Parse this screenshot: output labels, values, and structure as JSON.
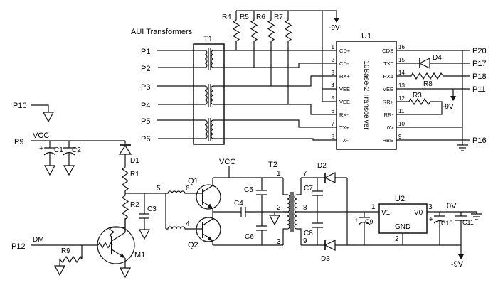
{
  "caption": "AUI Transformers",
  "ports": {
    "p1": "P1",
    "p2": "P2",
    "p3": "P3",
    "p4": "P4",
    "p5": "P5",
    "p6": "P6",
    "p9": "P9",
    "p10": "P10",
    "p12": "P12",
    "p11": "P11",
    "p16": "P16",
    "p17": "P17",
    "p18": "P18",
    "p20": "P20"
  },
  "power": {
    "vcc_input": "VCC",
    "vcc_driver": "VCC",
    "neg9_top": "-9V",
    "neg9_vee": "-9V",
    "neg9_out": "-9V",
    "out_0v": "0V",
    "dm": "DM",
    "plus": "+"
  },
  "transformers": {
    "t1": "T1",
    "t2": "T2",
    "t2_pin1": "1",
    "t2_pin2": "2",
    "t2_pin3": "3",
    "t2_pin7": "7",
    "t2_pin8": "8",
    "t2_pin9": "9"
  },
  "nodes": {
    "n5": "5",
    "n6": "6",
    "n4": "4"
  },
  "resistors": {
    "r1": "R1",
    "r2": "R2",
    "r3": "R3",
    "r4": "R4",
    "r5": "R5",
    "r6": "R6",
    "r7": "R7",
    "r8": "R8",
    "r9": "R9"
  },
  "capacitors": {
    "c1": "C1",
    "c2": "C2",
    "c3": "C3",
    "c4": "C4",
    "c5": "C5",
    "c6": "C6",
    "c7": "C7",
    "c8": "C8",
    "c9": "C9",
    "c10": "C10",
    "c11": "C11"
  },
  "diodes": {
    "d1": "D1",
    "d2": "D2",
    "d3": "D3",
    "d4": "D4"
  },
  "transistors": {
    "q1": "Q1",
    "q2": "Q2",
    "m1": "M1"
  },
  "u1": {
    "ref": "U1",
    "title": "10Base-2 Transceiver",
    "left_pins": [
      {
        "num": "1",
        "name": "CD+"
      },
      {
        "num": "2",
        "name": "CD-"
      },
      {
        "num": "3",
        "name": "RX+"
      },
      {
        "num": "4",
        "name": "VEE"
      },
      {
        "num": "5",
        "name": "VEE"
      },
      {
        "num": "6",
        "name": "RX-"
      },
      {
        "num": "7",
        "name": "TX+"
      },
      {
        "num": "8",
        "name": "TX-"
      }
    ],
    "right_pins": [
      {
        "num": "16",
        "name": "CDS"
      },
      {
        "num": "15",
        "name": "TX0"
      },
      {
        "num": "14",
        "name": "RX1"
      },
      {
        "num": "13",
        "name": "VEE"
      },
      {
        "num": "12",
        "name": "RR+"
      },
      {
        "num": "11",
        "name": "RR-"
      },
      {
        "num": "10",
        "name": "0V"
      },
      {
        "num": "9",
        "name": "HBE"
      }
    ]
  },
  "u2": {
    "ref": "U2",
    "pin_in_num": "1",
    "pin_out_num": "3",
    "pin_gnd_num": "2",
    "in_label": "V1",
    "out_label": "V0",
    "gnd_label": "GND"
  }
}
